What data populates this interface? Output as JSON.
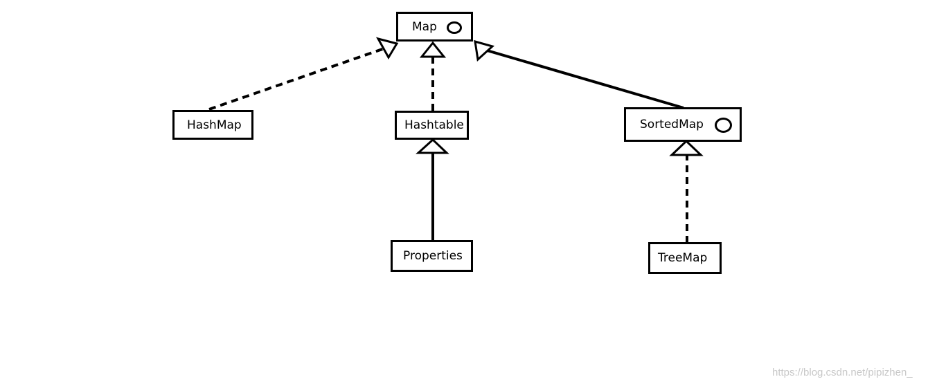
{
  "diagram": {
    "nodes": {
      "map": {
        "label": "Map",
        "interface": true,
        "icon": "interface-circle-icon"
      },
      "hashmap": {
        "label": "HashMap",
        "interface": false
      },
      "hashtable": {
        "label": "Hashtable",
        "interface": false
      },
      "sortedmap": {
        "label": "SortedMap",
        "interface": true,
        "icon": "interface-circle-icon"
      },
      "properties": {
        "label": "Properties",
        "interface": false
      },
      "treemap": {
        "label": "TreeMap",
        "interface": false
      }
    },
    "edges": [
      {
        "from": "HashMap",
        "to": "Map",
        "style": "dashed",
        "relation": "implements"
      },
      {
        "from": "Hashtable",
        "to": "Map",
        "style": "dashed",
        "relation": "implements"
      },
      {
        "from": "SortedMap",
        "to": "Map",
        "style": "solid",
        "relation": "extends"
      },
      {
        "from": "Properties",
        "to": "Hashtable",
        "style": "solid",
        "relation": "extends"
      },
      {
        "from": "TreeMap",
        "to": "SortedMap",
        "style": "dashed",
        "relation": "implements"
      }
    ]
  },
  "watermark": "https://blog.csdn.net/pipizhen_",
  "colors": {
    "line": "#000000",
    "background": "#ffffff",
    "watermark": "#c8c8c8"
  }
}
